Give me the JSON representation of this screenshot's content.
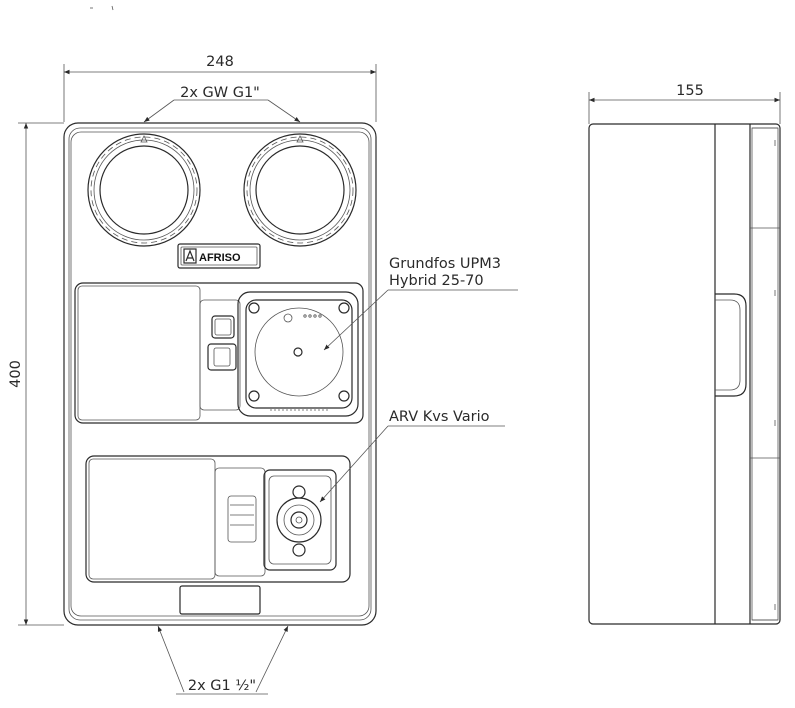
{
  "dimensions": {
    "front_width": "248",
    "front_height": "400",
    "side_depth": "155"
  },
  "labels": {
    "top_connections": "2x GW G1\"",
    "bottom_connections": "2x G1 ½\"",
    "pump_line1": "Grundfos UPM3",
    "pump_line2": "Hybrid 25-70",
    "valve": "ARV Kvs Vario",
    "brand": "AFRISO"
  },
  "icons": [
    "afriso-logo-icon",
    "thermometer-gauge-icon",
    "pump-icon",
    "valve-icon"
  ]
}
